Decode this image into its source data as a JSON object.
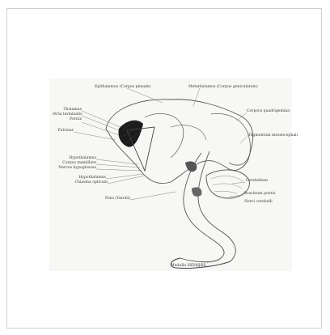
{
  "figure": {
    "labels": {
      "top_left": "Epithalamus (Corpus pineale)",
      "top_right": "Metathalamus (Corpus geniculatum)",
      "thalamus": "Thalamus",
      "stria": "Stria terminalis",
      "fornix": "Fornix",
      "pulvinar": "Pulvinar",
      "right_1": "Corpora quadrigemina",
      "right_2": "Tegmentum mesencephali",
      "left_m1": "Hypothalamus",
      "left_m2": "Corpus mamillare",
      "left_m3": "Nervus hypoglossus",
      "left_m4": "Hypothalamus",
      "left_m5": "Chiasma opticum",
      "pons": "Pons (Varolii)",
      "cerebellum": "Cerebellum",
      "right_low": "Brachium pontis",
      "right_low2": "Nervi cerebelli",
      "medulla": "Medulla oblongata"
    }
  }
}
